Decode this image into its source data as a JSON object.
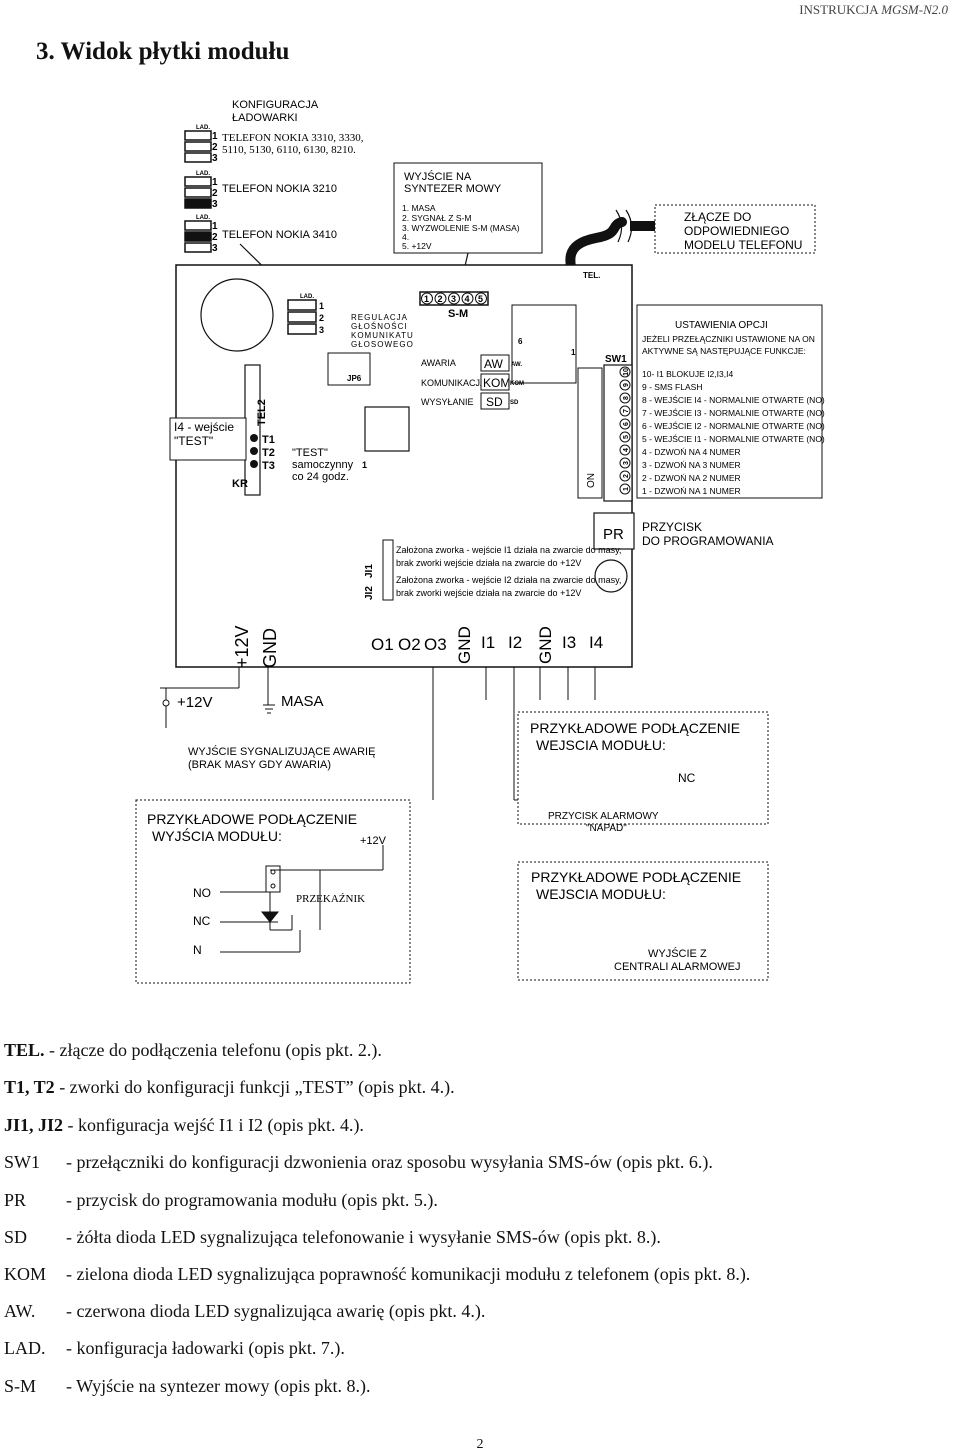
{
  "header": {
    "prefix": "INSTRUKCJA ",
    "product": "MGSM-N2.0"
  },
  "title": "3. Widok płytki modułu",
  "diagram": {
    "charger_config": {
      "title_line1": "KONFIGURACJA",
      "title_line2": "ŁADOWARKI",
      "lad": "LAD.",
      "pin1": "1",
      "pin2": "2",
      "pin3": "3",
      "opt1_line1": "TELEFON NOKIA 3310, 3330,",
      "opt1_line2": "5110, 5130, 6110, 6130, 8210.",
      "opt2": "TELEFON NOKIA 3210",
      "opt3": "TELEFON NOKIA 3410"
    },
    "synth_output": {
      "title_line1": "WYJŚCIE NA",
      "title_line2": "SYNTEZER MOWY",
      "pin1": "1. MASA",
      "pin2": "2. SYGNAŁ Z S-M",
      "pin3": "3. WYZWOLENIE S-M (MASA)",
      "pin4": "4.",
      "pin5": "5. +12V"
    },
    "phone_connector": {
      "line1": "ZŁĄCZE DO",
      "line2": "ODPOWIEDNIEGO",
      "line3": "MODELU TELEFONU"
    },
    "board": {
      "tel": "TEL.",
      "lad": "LAD.",
      "p1": "1",
      "p2": "2",
      "p3": "3",
      "volume_line1": "REGULACJA",
      "volume_line2": "GŁOŚNOŚCI",
      "volume_line3": "KOMUNIKATU",
      "volume_line4": "GŁOSOWEGO",
      "jp6": "JP6",
      "sm_pins": [
        "1",
        "2",
        "3",
        "4",
        "5"
      ],
      "sm_label": "S-M",
      "pin6": "6",
      "pin1": "1",
      "sw1": "SW1",
      "awaria": "AWARIA",
      "komunikacja": "KOMUNIKACJA",
      "wysylanie": "WYSYŁANIE",
      "aw": "AW",
      "kom": "KOM",
      "sd": "SD",
      "aw_small": "AW.",
      "kom_small": "KOM",
      "sd_small": "SD",
      "on": "ON",
      "dip_numbers": [
        "10",
        "9",
        "8",
        "7",
        "6",
        "5",
        "4",
        "3",
        "2",
        "1"
      ],
      "options_title": "USTAWIENIA OPCJI",
      "options_sub1": "JEŻELI PRZEŁĄCZNIKI USTAWIONE NA ON",
      "options_sub2": "AKTYWNE SĄ NASTĘPUJĄCE FUNKCJE:",
      "options": [
        "10- I1 BLOKUJE I2,I3,I4",
        "9 - SMS FLASH",
        "8 - WEJŚCIE I4 - NORMALNIE OTWARTE (NO)",
        "7 - WEJŚCIE I3 - NORMALNIE OTWARTE (NO)",
        "6 - WEJŚCIE I2 - NORMALNIE OTWARTE (NO)",
        "5 - WEJŚCIE I1 - NORMALNIE OTWARTE (NO)",
        "4 - DZWOŃ NA 4 NUMER",
        "3 - DZWOŃ NA 3 NUMER",
        "2 - DZWOŃ NA 2 NUMER",
        "1 - DZWOŃ NA 1 NUMER"
      ],
      "tel2": "TEL2",
      "t1": "T1",
      "t2": "T2",
      "t3": "T3",
      "kr": "KR",
      "i4_line1": "I4 - wejście",
      "i4_line2": "\"TEST\"",
      "test_line1": "\"TEST\"",
      "test_line2": "samoczynny",
      "test_line3": "co 24 godz.",
      "pin1b": "1",
      "pr": "PR",
      "pr_desc_line1": "PRZYCISK",
      "pr_desc_line2": "DO PROGRAMOWANIA",
      "ji1": "JI1",
      "ji2": "JI2",
      "ji_text": [
        "Założona zworka - wejście I1 działa na zwarcie do masy,",
        "brak zworki wejście działa na zwarcie do +12V",
        "Założona zworka - wejście I2 działa na zwarcie do masy,",
        "brak zworki wejście działa na zwarcie do +12V"
      ],
      "terminals": {
        "v12": "+12V",
        "gnd": "GND",
        "o1": "O1",
        "o2": "O2",
        "o3": "O3",
        "gnd2": "GND",
        "i1": "I1",
        "i2": "I2",
        "gnd3": "GND",
        "i3": "I3",
        "i4": "I4"
      }
    },
    "wiring": {
      "plus12v": "+12V",
      "masa": "MASA",
      "fault_line1": "WYJŚCIE SYGNALIZUJĄCE AWARIĘ",
      "fault_line2": "(BRAK MASY GDY AWARIA)",
      "input_ex_line1": "PRZYKŁADOWE PODŁĄCZENIE",
      "input_ex_line2": "WEJSCIA MODUŁU:",
      "nc": "NC",
      "button_line1": "PRZYCISK ALARMOWY",
      "button_line2": "\"NAPAD\"",
      "output_ex_line1": "PRZYKŁADOWE PODŁĄCZENIE",
      "output_ex_line2": "WYJŚCIA MODUŁU:",
      "plus12v_b": "+12V",
      "no": "NO",
      "nc2": "NC",
      "n": "N",
      "relay": "PRZEKAŹNIK",
      "input_ex2_line1": "PRZYKŁADOWE PODŁĄCZENIE",
      "input_ex2_line2": "WEJSCIA MODUŁU:",
      "central_line1": "WYJŚCIE Z",
      "central_line2": "CENTRALI ALARMOWEJ"
    }
  },
  "legend": [
    {
      "term": "TEL.",
      "desc": " - złącze do podłączenia telefonu (opis pkt. 2.)."
    },
    {
      "term": "T1, T2",
      "desc": " - zworki do konfiguracji funkcji „TEST” (opis pkt. 4.)."
    },
    {
      "term": "JI1, JI2",
      "desc": " - konfiguracja wejść I1 i I2 (opis pkt. 4.)."
    },
    {
      "term": "SW1",
      "desc": "- przełączniki do konfiguracji dzwonienia oraz sposobu wysyłania SMS-ów (opis pkt. 6.)."
    },
    {
      "term": "PR",
      "desc": "- przycisk do programowania modułu (opis pkt. 5.)."
    },
    {
      "term": "SD",
      "desc": "- żółta dioda LED sygnalizująca telefonowanie i wysyłanie SMS-ów (opis pkt. 8.)."
    },
    {
      "term": "KOM",
      "desc": "- zielona dioda LED sygnalizująca poprawność komunikacji modułu z telefonem (opis pkt. 8.)."
    },
    {
      "term": "AW.",
      "desc": "- czerwona dioda LED sygnalizująca awarię (opis pkt. 4.)."
    },
    {
      "term": "LAD.",
      "desc": "- konfiguracja ładowarki (opis pkt. 7.)."
    },
    {
      "term": "S-M",
      "desc": "- Wyjście na syntezer mowy (opis pkt. 8.)."
    }
  ],
  "page_number": "2"
}
